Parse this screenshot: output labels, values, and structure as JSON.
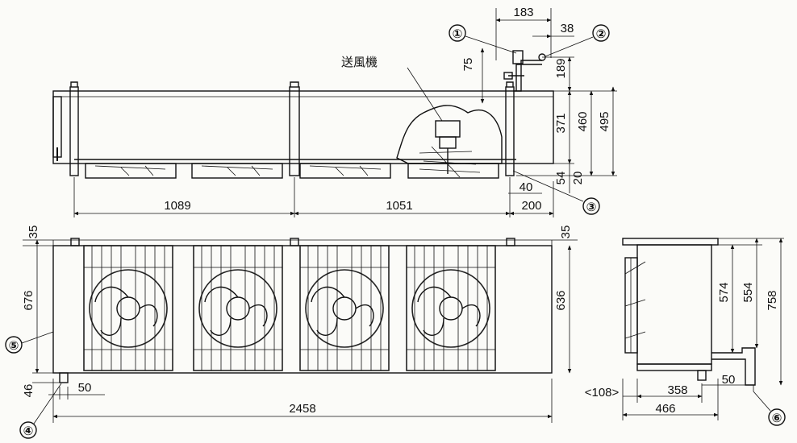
{
  "drawing": {
    "label_fan": "送風機",
    "callouts": [
      "①",
      "②",
      "③",
      "④",
      "⑤",
      "⑥"
    ],
    "top_dims": {
      "pipe_span": "183",
      "pipe_offset": "38",
      "pipe_drop": "75",
      "pipe_height": "189",
      "body_height": "371",
      "total_height_a": "460",
      "total_height_b": "495",
      "bottom_gap": "54",
      "bottom_offset": "40",
      "bottom_h": "20",
      "span_left": "1089",
      "span_right": "1051",
      "span_end": "200"
    },
    "front_dims": {
      "top_left": "35",
      "top_right": "35",
      "height_left": "676",
      "height_right": "636",
      "foot_h": "46",
      "foot_w": "50",
      "overall_w": "2458"
    },
    "side_dims": {
      "h1": "574",
      "h2": "554",
      "h3": "758",
      "bracket": "<108>",
      "w1": "358",
      "w2": "50",
      "w3": "466"
    }
  }
}
